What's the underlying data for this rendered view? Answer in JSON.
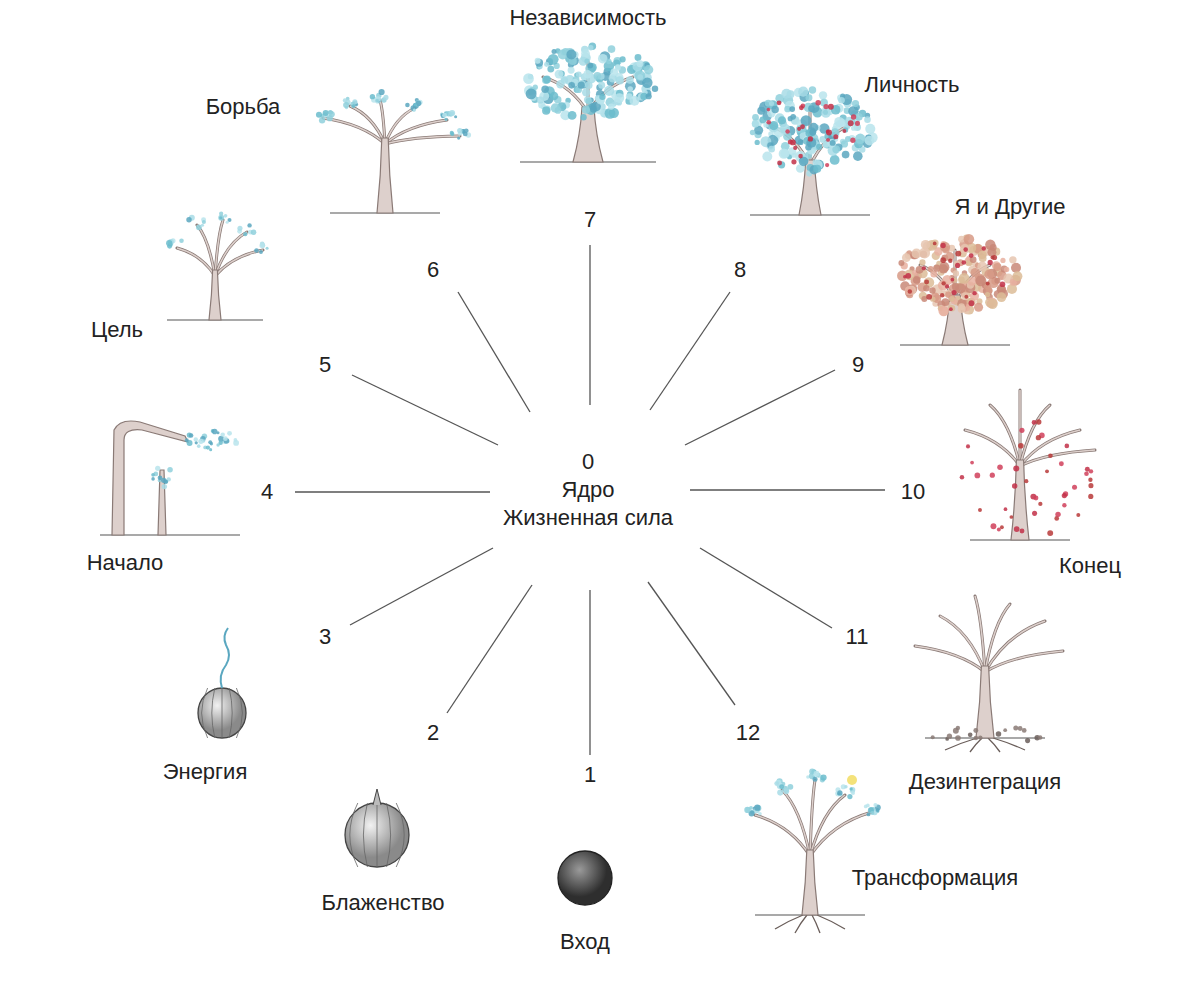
{
  "diagram": {
    "labels": [
      "Независимость",
      "Борьба",
      "Личность",
      "Я и Другие",
      "Цель",
      "Начало",
      "Конец",
      "Энергия",
      "Дезинтеграция",
      "Блаженство",
      "Трансформация",
      "Вход",
      "7",
      "8",
      "9",
      "10",
      "11",
      "12",
      "1",
      "2",
      "3",
      "4",
      "5",
      "6",
      "0",
      "Ядро",
      "Жизненная сила"
    ]
  }
}
